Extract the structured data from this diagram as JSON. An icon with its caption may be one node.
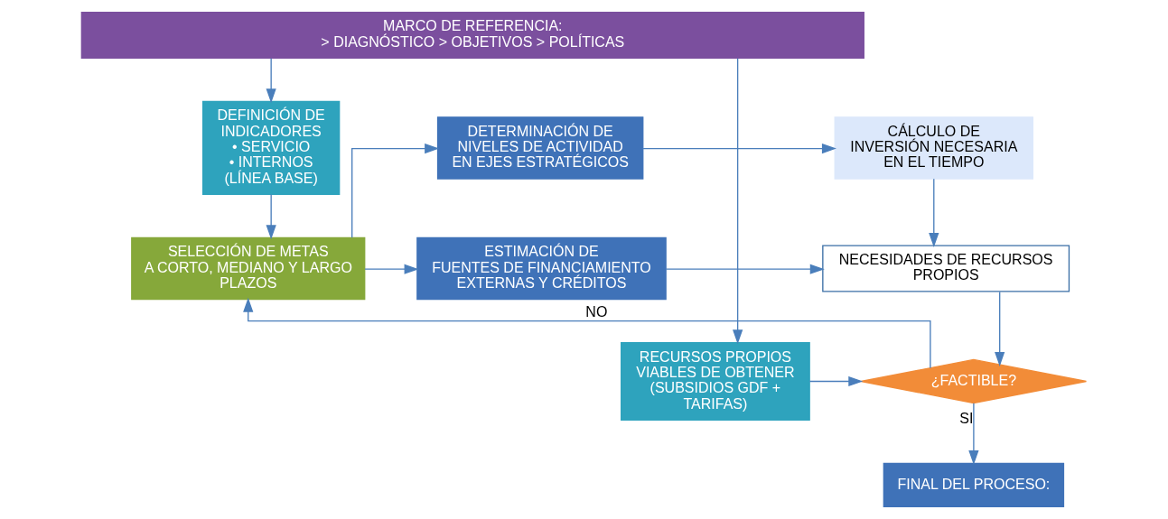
{
  "diagram": {
    "nodes": [
      {
        "text": [
          "MARCO DE REFERENCIA:",
          "> DIAGNÓSTICO > OBJETIVOS > POLÍTICAS"
        ]
      },
      {
        "text": [
          "DEFINICIÓN DE INDICADORES",
          "• SERVICIO",
          "• INTERNOS",
          "(LÍNEA BASE)"
        ]
      },
      {
        "text": [
          "SELECCIÓN DE METAS",
          "A CORTO, MEDIANO Y LARGO PLAZOS"
        ]
      },
      {
        "text": [
          "DETERMINACIÓN DE",
          "NIVELES DE ACTIVIDAD",
          "EN EJES ESTRATÉGICOS"
        ]
      },
      {
        "text": [
          "ESTIMACIÓN DE",
          "FUENTES DE FINANCIAMIENTO",
          "EXTERNAS Y CRÉDITOS"
        ]
      },
      {
        "text": [
          "CÁLCULO DE",
          "INVERSIÓN NECESARIA",
          "EN EL TIEMPO"
        ]
      },
      {
        "text": [
          "NECESIDADES DE RECURSOS PROPIOS"
        ]
      },
      {
        "text": [
          "RECURSOS PROPIOS",
          "VIABLES DE OBTENER (SUBSIDIOS GDF + TARIFAS)"
        ]
      },
      {
        "text": [
          "¿FACTIBLE?"
        ]
      },
      {
        "text": [
          "FINAL DEL PROCESO:"
        ]
      }
    ],
    "edges": [
      {
        "from": 0,
        "to": 1,
        "arrow": "to"
      },
      {
        "from": 1,
        "to": 2,
        "arrow": "to"
      },
      {
        "from": 2,
        "to": 3,
        "arrow": "to"
      },
      {
        "from": 2,
        "to": 4,
        "arrow": "to"
      },
      {
        "from": 3,
        "to": 5,
        "arrow": "to"
      },
      {
        "from": 5,
        "to": 6,
        "arrow": "to"
      },
      {
        "from": 4,
        "to": 6,
        "arrow": "to"
      },
      {
        "from": 6,
        "to": 8,
        "arrow": "to"
      },
      {
        "from": 0,
        "to": 7,
        "arrow": "to"
      },
      {
        "from": 7,
        "to": 8,
        "arrow": "to"
      },
      {
        "from": 8,
        "to": 2,
        "arrow": "to",
        "label": "NO"
      },
      {
        "from": 8,
        "to": 9,
        "arrow": "to",
        "label": "SI"
      }
    ]
  }
}
